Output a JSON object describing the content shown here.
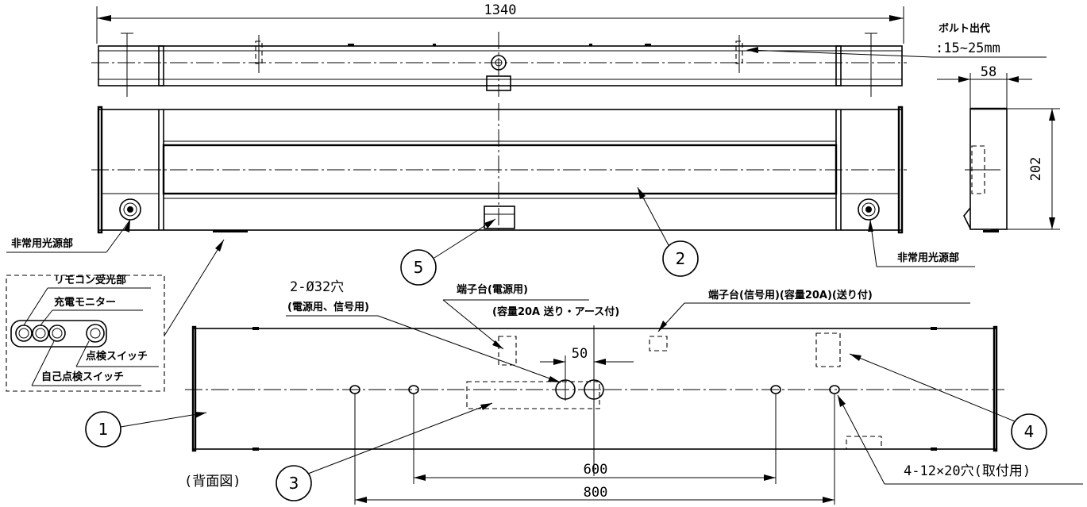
{
  "dimensions": {
    "total_length": "1340",
    "bolt_allowance_title": "ボルト出代",
    "bolt_allowance_value": ":15~25mm",
    "side_width": "58",
    "height": "202",
    "terminal_spacing": "50",
    "mount_spacing_inner": "600",
    "mount_spacing_outer": "800"
  },
  "labels": {
    "emergency_light_left": "非常用光源部",
    "emergency_light_right": "非常用光源部",
    "remote_receiver": "リモコン受光部",
    "charge_monitor": "充電モニター",
    "check_switch": "点検スイッチ",
    "self_check_switch": "自己点検スイッチ",
    "holes_2": "2-Ø32穴",
    "holes_2_purpose": "(電源用、信号用)",
    "terminal_power_title": "端子台(電源用)",
    "terminal_power_spec": "(容量20A 送り・アース付)",
    "terminal_signal": "端子台(信号用)(容量20A)(送り付)",
    "mount_holes": "4-12×20穴(取付用)",
    "back_view": "(背面図)"
  },
  "callouts": [
    "1",
    "2",
    "3",
    "4",
    "5"
  ]
}
